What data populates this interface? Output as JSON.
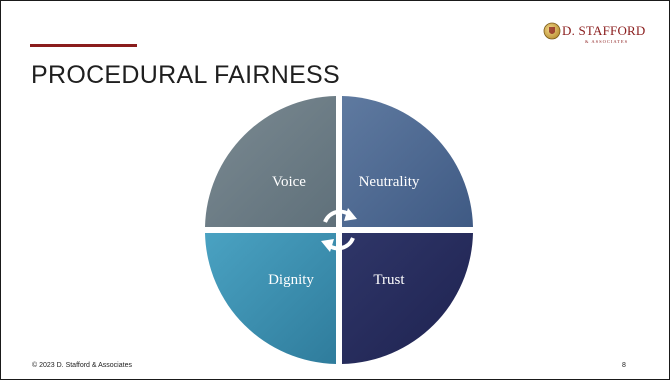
{
  "slide": {
    "title": "PROCEDURAL FAIRNESS",
    "footer": "© 2023 D. Stafford & Associates",
    "page_number": "8"
  },
  "logo": {
    "name": "D. STAFFORD",
    "subtitle": "& ASSOCIATES"
  },
  "diagram": {
    "segments": [
      {
        "label": "Voice",
        "color": "#6e7e87"
      },
      {
        "label": "Neutrality",
        "color": "#4f6b94"
      },
      {
        "label": "Dignity",
        "color": "#3d8fb0"
      },
      {
        "label": "Trust",
        "color": "#272c5c"
      }
    ],
    "center_icon": "circular-arrows-icon"
  },
  "colors": {
    "accent": "#8a1c1c",
    "background": "#ffffff"
  }
}
